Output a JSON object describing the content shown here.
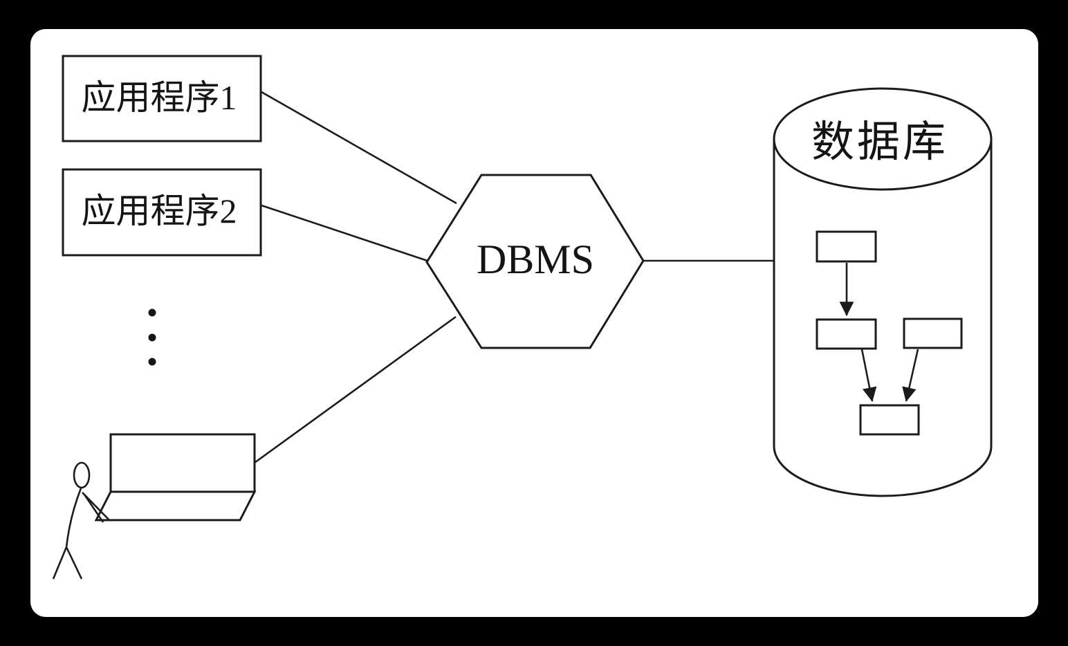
{
  "colors": {
    "frame": "#000000",
    "canvas": "#ffffff",
    "stroke": "#1b1b1b"
  },
  "nodes": {
    "app1": {
      "label": "应用程序1"
    },
    "app2": {
      "label": "应用程序2"
    },
    "dbms": {
      "label": "DBMS"
    },
    "database": {
      "label": "数据库"
    },
    "terminal": {
      "label": ""
    }
  },
  "ellipsis": {
    "dot_count": 3
  },
  "connections": [
    {
      "from": "app1",
      "to": "dbms",
      "style": "line"
    },
    {
      "from": "app2",
      "to": "dbms",
      "style": "line"
    },
    {
      "from": "terminal",
      "to": "dbms",
      "style": "line"
    },
    {
      "from": "dbms",
      "to": "database",
      "style": "line"
    },
    {
      "from": "record-top",
      "to": "record-mid-left",
      "style": "arrow"
    },
    {
      "from": "record-mid-left",
      "to": "record-bottom",
      "style": "arrow"
    },
    {
      "from": "record-mid-right",
      "to": "record-bottom",
      "style": "arrow"
    }
  ]
}
